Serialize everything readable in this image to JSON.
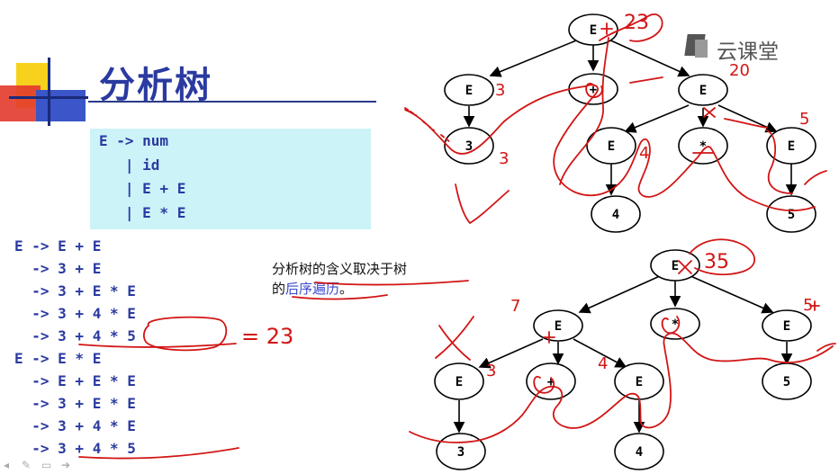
{
  "slide": {
    "title": "分析树",
    "grammar": [
      "E -> num",
      "   | id",
      "   | E + E",
      "   | E * E"
    ],
    "derivation1": [
      "E -> E + E",
      "  -> 3 + E",
      "  -> 3 + E * E",
      "  -> 3 + 4 * E",
      "  -> 3 + 4 * 5"
    ],
    "derivation2": [
      "E -> E * E",
      "  -> E + E * E",
      "  -> 3 + E * E",
      "  -> 3 + 4 * E",
      "  -> 3 + 4 * 5"
    ],
    "note_line1": "分析树的含义取决于树",
    "note_line2_prefix": "的",
    "note_line2_highlight": "后序遍历",
    "note_line2_suffix": "。"
  },
  "watermark": {
    "brand": "云课堂",
    "icon": "cloud-classroom-logo-icon"
  },
  "tree1": {
    "nodes": {
      "root": "E",
      "left": "E",
      "plus": "+",
      "right": "E",
      "three": "3",
      "rl": "E",
      "times": "*",
      "rr": "E",
      "four": "4",
      "five": "5"
    }
  },
  "tree2": {
    "nodes": {
      "root": "E",
      "left": "E",
      "times": "*",
      "right": "E",
      "ll": "E",
      "plus": "+",
      "lr": "E",
      "five": "5",
      "three": "3",
      "four": "4"
    }
  },
  "ink": {
    "tree1_root_value": "23",
    "tree1_right_value": "20",
    "tree1_left_value": "3",
    "tree1_leaf3_value": "3",
    "tree1_rl_value": "4",
    "tree1_rr_value": "5",
    "tree2_root_value": "35",
    "tree2_left_value": "7",
    "tree2_ll_value": "3",
    "tree2_lr_value": "4",
    "tree2_rr_value": "5",
    "equation": "= 23"
  },
  "colors": {
    "ink": "#d21515",
    "text_blue": "#2a3aa0",
    "box": "#ccf3f8"
  }
}
